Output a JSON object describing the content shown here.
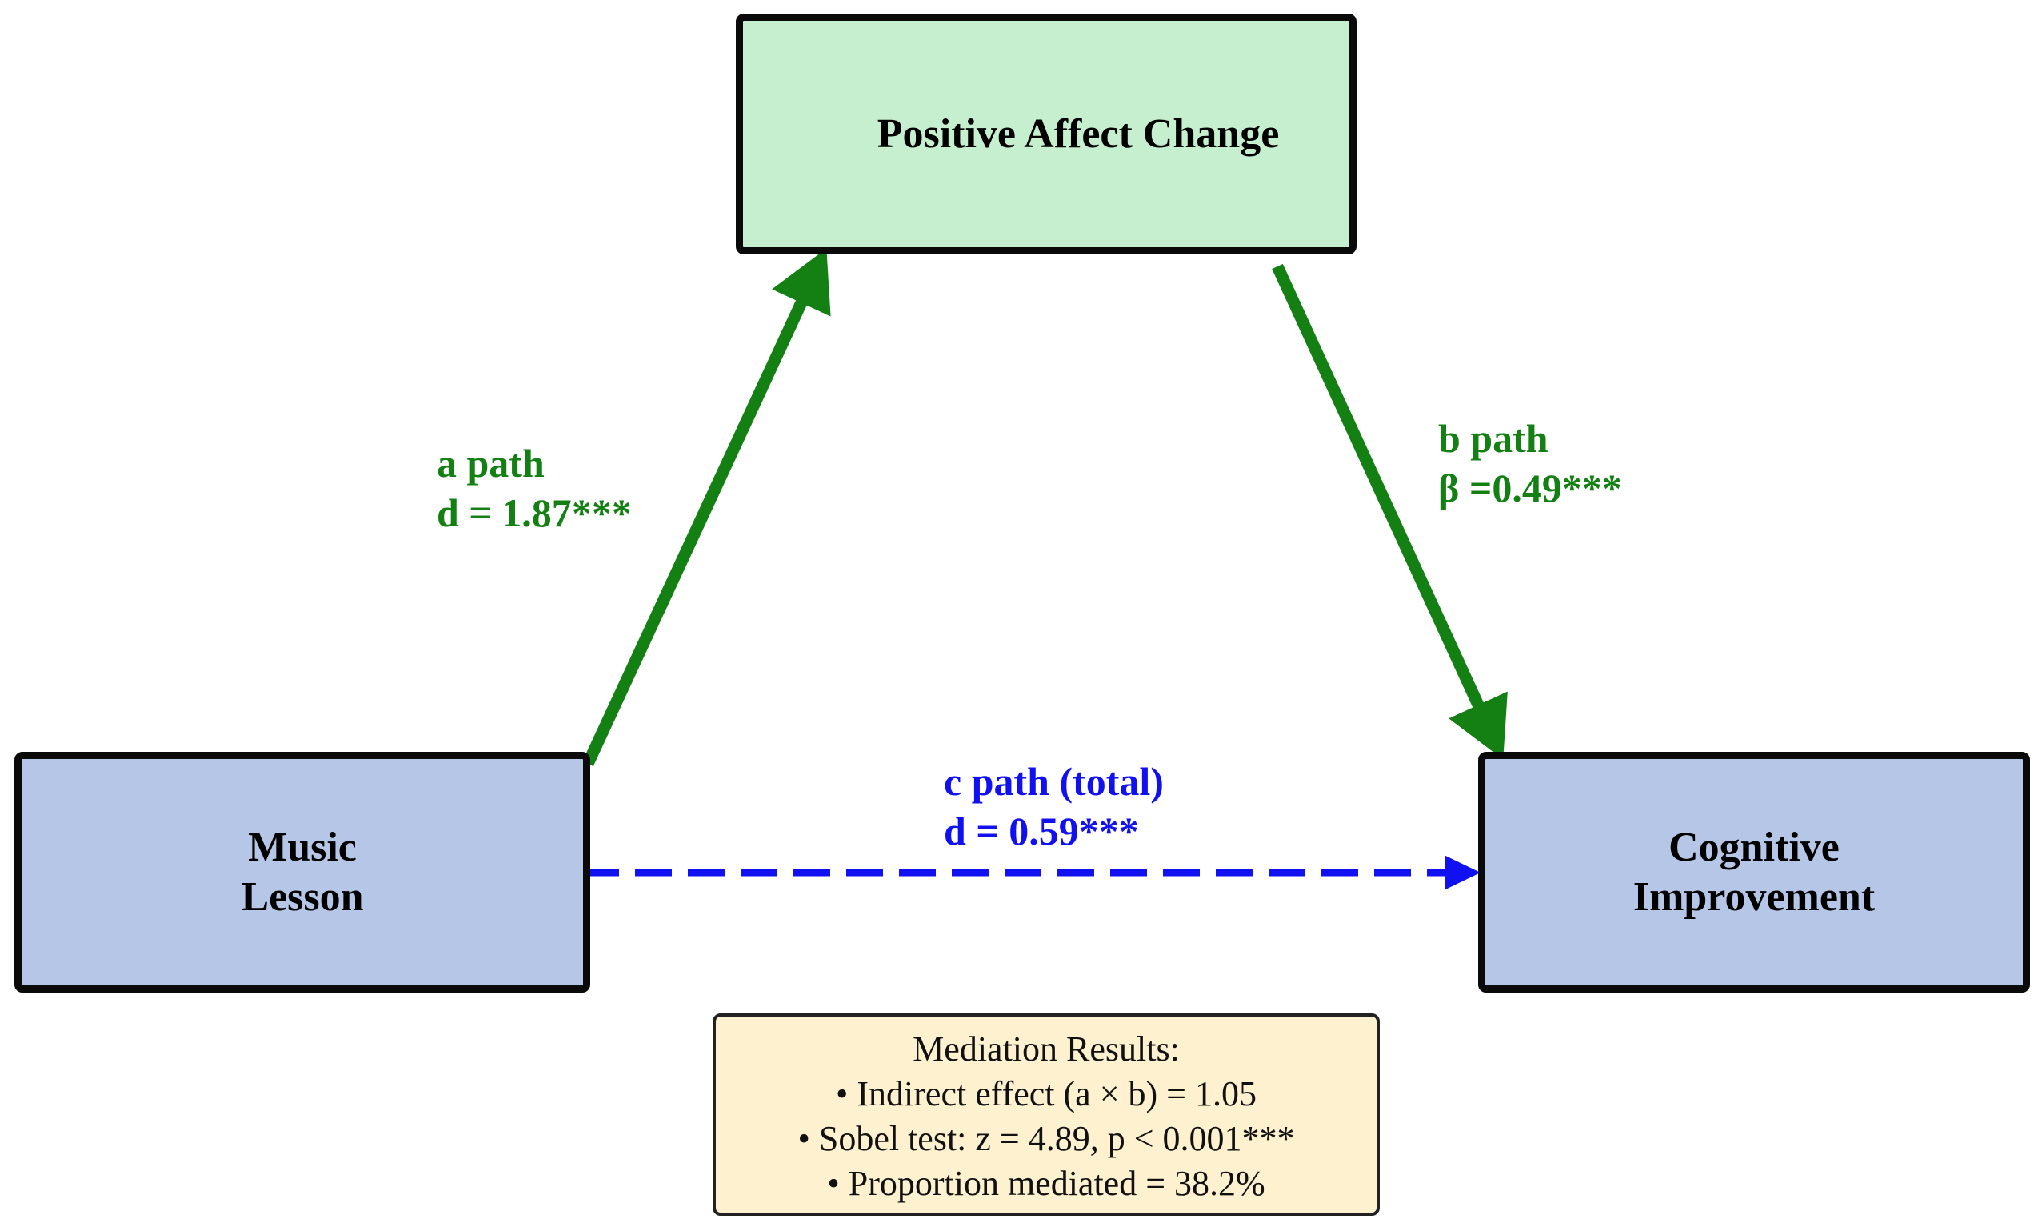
{
  "nodes": {
    "mediator": "Positive Affect Change",
    "predictor_line1": "Music",
    "predictor_line2": "Lesson",
    "outcome_line1": "Cognitive",
    "outcome_line2": "Improvement"
  },
  "paths": {
    "a": {
      "name": "a path",
      "stat": "d = 1.87***",
      "color": "#148014"
    },
    "b": {
      "name": "b path",
      "stat": "β =0.49***",
      "color": "#148014"
    },
    "c": {
      "name": "c path (total)",
      "stat": "d = 0.59***",
      "color": "#1010f0",
      "style": "dashed"
    }
  },
  "results": {
    "title": "Mediation Results:",
    "items": [
      "• Indirect effect (a × b) = 1.05",
      "• Sobel test: z = 4.89, p < 0.001***",
      "• Proportion mediated = 38.2%"
    ]
  },
  "colors": {
    "mediator_fill": "#c5efcf",
    "node_fill": "#b5c6e7",
    "results_fill": "#fdf1cf",
    "significant_path": "#148014",
    "total_path": "#1010f0"
  }
}
